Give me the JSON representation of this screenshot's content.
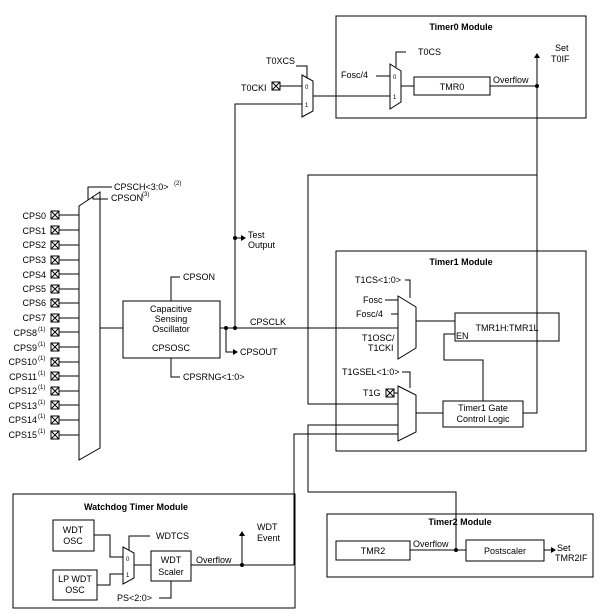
{
  "cps_pins": [
    "CPS0",
    "CPS1",
    "CPS2",
    "CPS3",
    "CPS4",
    "CPS5",
    "CPS6",
    "CPS7",
    "CPS8",
    "CPS9",
    "CPS10",
    "CPS11",
    "CPS12",
    "CPS13",
    "CPS14",
    "CPS15"
  ],
  "notes": {
    "n1": "(1)",
    "n2": "(2)",
    "n3": "(3)"
  },
  "cps_mux": {
    "cpsch": "CPSCH<3:0>",
    "cpson": "CPSON"
  },
  "oscillator": {
    "title_lines": [
      "Capacitive",
      "Sensing",
      "Oscillator"
    ],
    "name": "CPSOSC",
    "cpson": "CPSON",
    "cpsrng": "CPSRNG<1:0>"
  },
  "signals": {
    "cpsclk": "CPSCLK",
    "cpsout": "CPSOUT",
    "test_output_lines": [
      "Test",
      "Output"
    ]
  },
  "timer0": {
    "title": "Timer0 Module",
    "t0xcs": "T0XCS",
    "t0cki": "T0CKI",
    "fosc4": "Fosc/4",
    "t0cs": "T0CS",
    "mux_inputs": [
      "0",
      "1"
    ],
    "tmr0": "TMR0",
    "overflow": "Overflow",
    "set_lines": [
      "Set",
      "T0IF"
    ]
  },
  "timer1": {
    "title": "Timer1 Module",
    "t1cs": "T1CS<1:0>",
    "fosc": "Fosc",
    "fosc4": "Fosc/4",
    "t1osc_lines": [
      "T1OSC/",
      "T1CKI"
    ],
    "tmr1": "TMR1H:TMR1L",
    "en": "EN",
    "t1gsel": "T1GSEL<1:0>",
    "t1g": "T1G",
    "gate_lines": [
      "Timer1 Gate",
      "Control Logic"
    ]
  },
  "timer2": {
    "title": "Timer2 Module",
    "tmr2": "TMR2",
    "overflow": "Overflow",
    "postscaler": "Postscaler",
    "set_lines": [
      "Set",
      "TMR2IF"
    ]
  },
  "wdt": {
    "title": "Watchdog Timer Module",
    "osc_lines": [
      "WDT",
      "OSC"
    ],
    "lp_osc_lines": [
      "LP WDT",
      "OSC"
    ],
    "wdtcs": "WDTCS",
    "mux_inputs": [
      "0",
      "1"
    ],
    "scaler_lines": [
      "WDT",
      "Scaler"
    ],
    "ps": "PS<2:0>",
    "overflow": "Overflow",
    "event_lines": [
      "WDT",
      "Event"
    ]
  }
}
